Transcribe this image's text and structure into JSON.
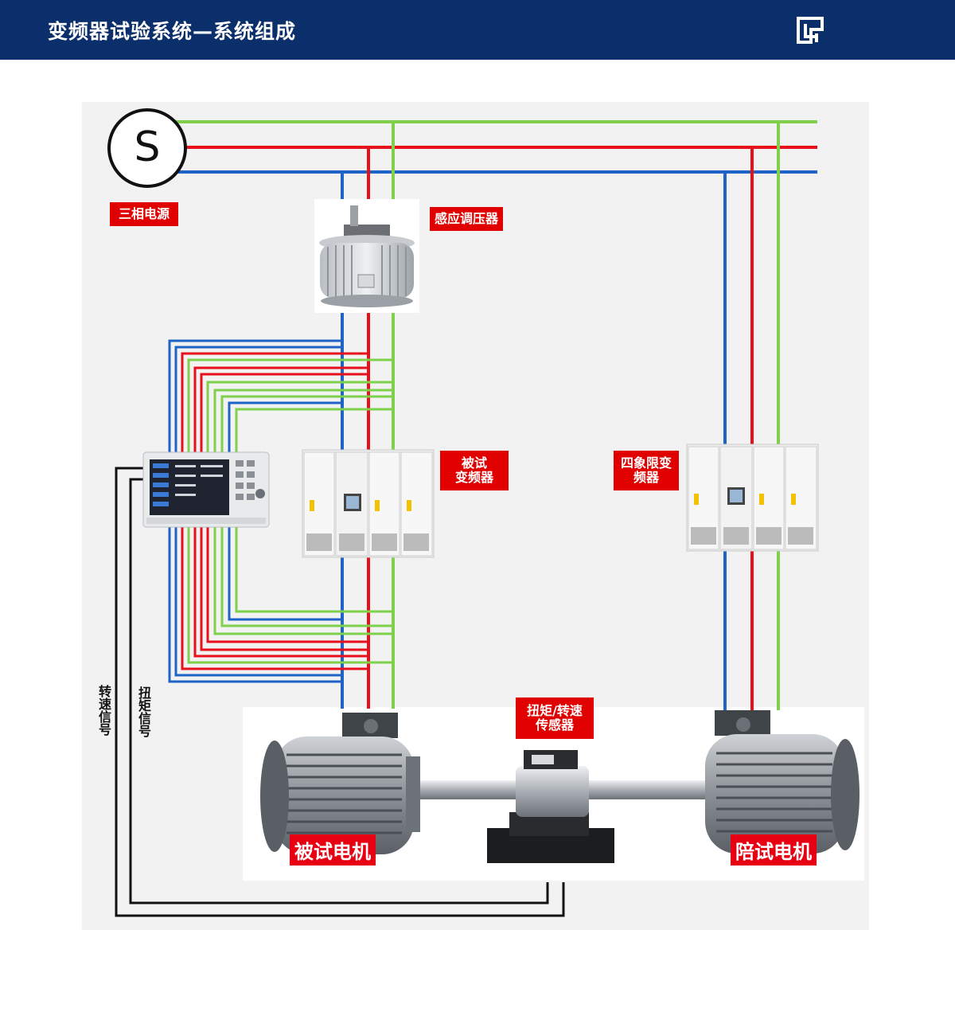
{
  "header": {
    "title": "变频器试验系统—系统组成",
    "logo_icon": "company-logo-icon"
  },
  "colors": {
    "header_bg": "#0b2f6b",
    "phase_blue": "#1e63c6",
    "phase_red": "#e8101a",
    "phase_green": "#7fd04a",
    "label_bg": "#e00000"
  },
  "source": {
    "symbol": "S",
    "label": "三相电源"
  },
  "regulator": {
    "label": "感应调压器"
  },
  "dut_inverter": {
    "label_line1": "被试",
    "label_line2": "变频器"
  },
  "four_quadrant": {
    "label_line1": "四象限变",
    "label_line2": "频器"
  },
  "sensor": {
    "label_line1": "扭矩/转速",
    "label_line2": "传感器"
  },
  "motor_dut": {
    "label": "被试电机"
  },
  "motor_load": {
    "label": "陪试电机"
  },
  "signals": {
    "speed": "转速信号",
    "torque": "扭矩信号"
  }
}
